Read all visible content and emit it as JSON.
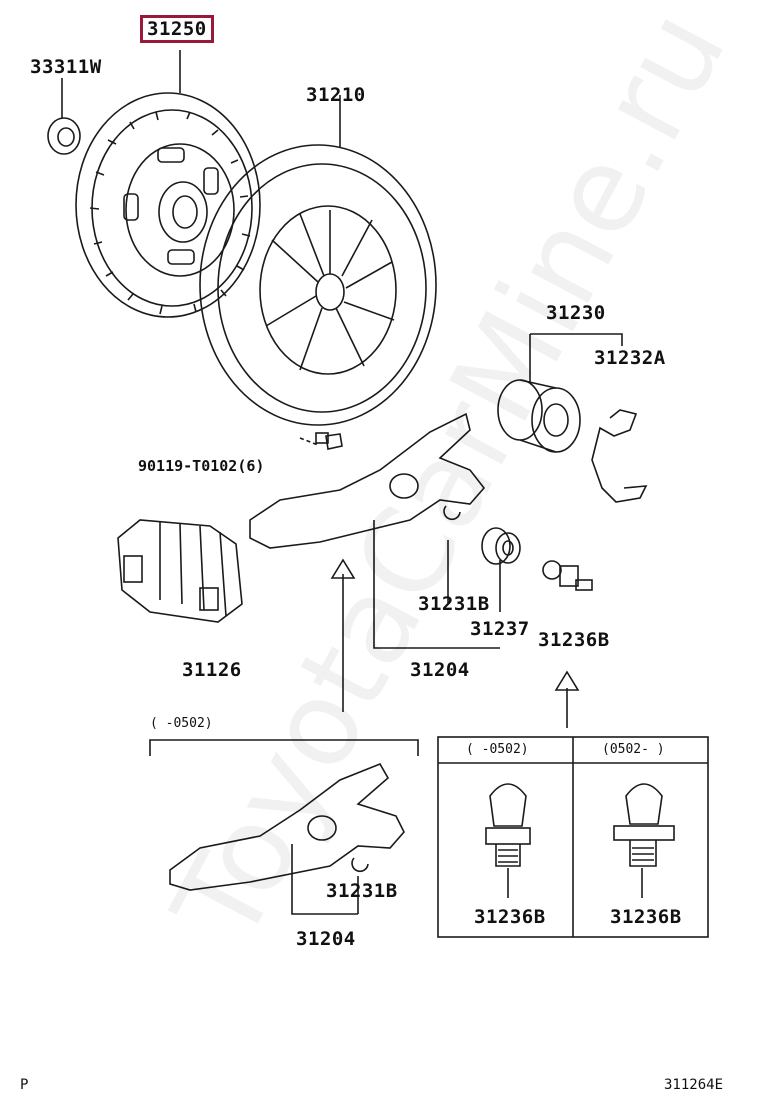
{
  "parts": {
    "disc_highlighted": "31250",
    "pilot_bearing": "33311W",
    "cover": "31210",
    "release_bearing_assy": "31230",
    "clip_hub": "31232A",
    "bolt": "90119-T0102(6)",
    "boot": "31126",
    "clip_upper": "31231B",
    "fork_bushing": "31237",
    "pivot_upper": "31236B",
    "fork_upper": "31204",
    "fork_lower": "31204",
    "clip_lower": "31231B",
    "pivot_old": "31236B",
    "pivot_new": "31236B"
  },
  "ranges": {
    "lower_fork": "(      -0502)",
    "pivot_old": "(      -0502)",
    "pivot_new": "(0502-      )"
  },
  "footer": {
    "left_mark": "P",
    "diagram_code": "311264E"
  },
  "watermark": "ToyotaCarMine.ru",
  "colors": {
    "highlight": "#9c1838",
    "line": "#1a1a1a"
  }
}
